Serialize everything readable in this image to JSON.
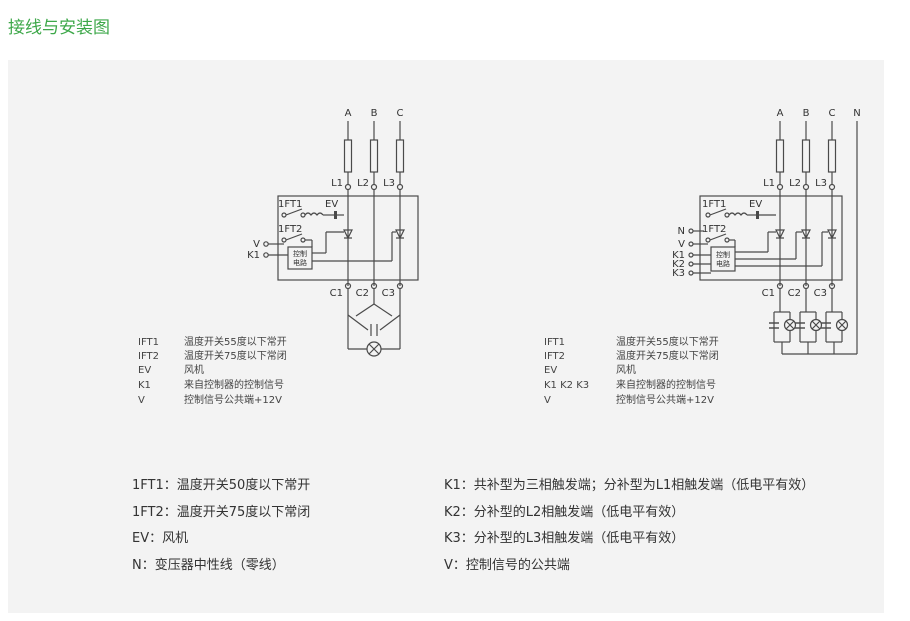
{
  "page": {
    "title": "接线与安装图"
  },
  "left_diagram": {
    "phases": [
      "A",
      "B",
      "C"
    ],
    "inputs": [
      "L1",
      "L2",
      "L3"
    ],
    "outputs": [
      "C1",
      "C2",
      "C3"
    ],
    "switch1": "1FT1",
    "fan": "EV",
    "switch2": "1FT2",
    "term_v": "V",
    "term_k1": "K1",
    "controller": [
      "控制",
      "电路"
    ],
    "legend": [
      {
        "code": "IFT1",
        "desc": "温度开关55度以下常开"
      },
      {
        "code": "IFT2",
        "desc": "温度开关75度以下常闭"
      },
      {
        "code": "EV",
        "desc": "风机"
      },
      {
        "code": "K1",
        "desc": "来自控制器的控制信号"
      },
      {
        "code": "V",
        "desc": "控制信号公共端+12V"
      }
    ]
  },
  "right_diagram": {
    "phases": [
      "A",
      "B",
      "C",
      "N"
    ],
    "inputs": [
      "L1",
      "L2",
      "L3"
    ],
    "outputs": [
      "C1",
      "C2",
      "C3"
    ],
    "switch1": "1FT1",
    "fan": "EV",
    "switch2": "1FT2",
    "terms": [
      "N",
      "V",
      "K1",
      "K2",
      "K3"
    ],
    "controller": [
      "控制",
      "电路"
    ],
    "legend": [
      {
        "code": "IFT1",
        "desc": "温度开关55度以下常开"
      },
      {
        "code": "IFT2",
        "desc": "温度开关75度以下常闭"
      },
      {
        "code": "EV",
        "desc": "风机"
      },
      {
        "code": "K1 K2 K3",
        "desc": "来自控制器的控制信号"
      },
      {
        "code": "V",
        "desc": "控制信号公共端+12V"
      }
    ]
  },
  "notes_left": [
    "1FT1：温度开关50度以下常开",
    "1FT2：温度开关75度以下常闭",
    "EV：风机",
    "N：变压器中性线（零线）"
  ],
  "notes_right": [
    "K1：共补型为三相触发端；分补型为L1相触发端（低电平有效）",
    "K2：分补型的L2相触发端（低电平有效）",
    "K3：分补型的L3相触发端（低电平有效）",
    "V：控制信号的公共端"
  ]
}
